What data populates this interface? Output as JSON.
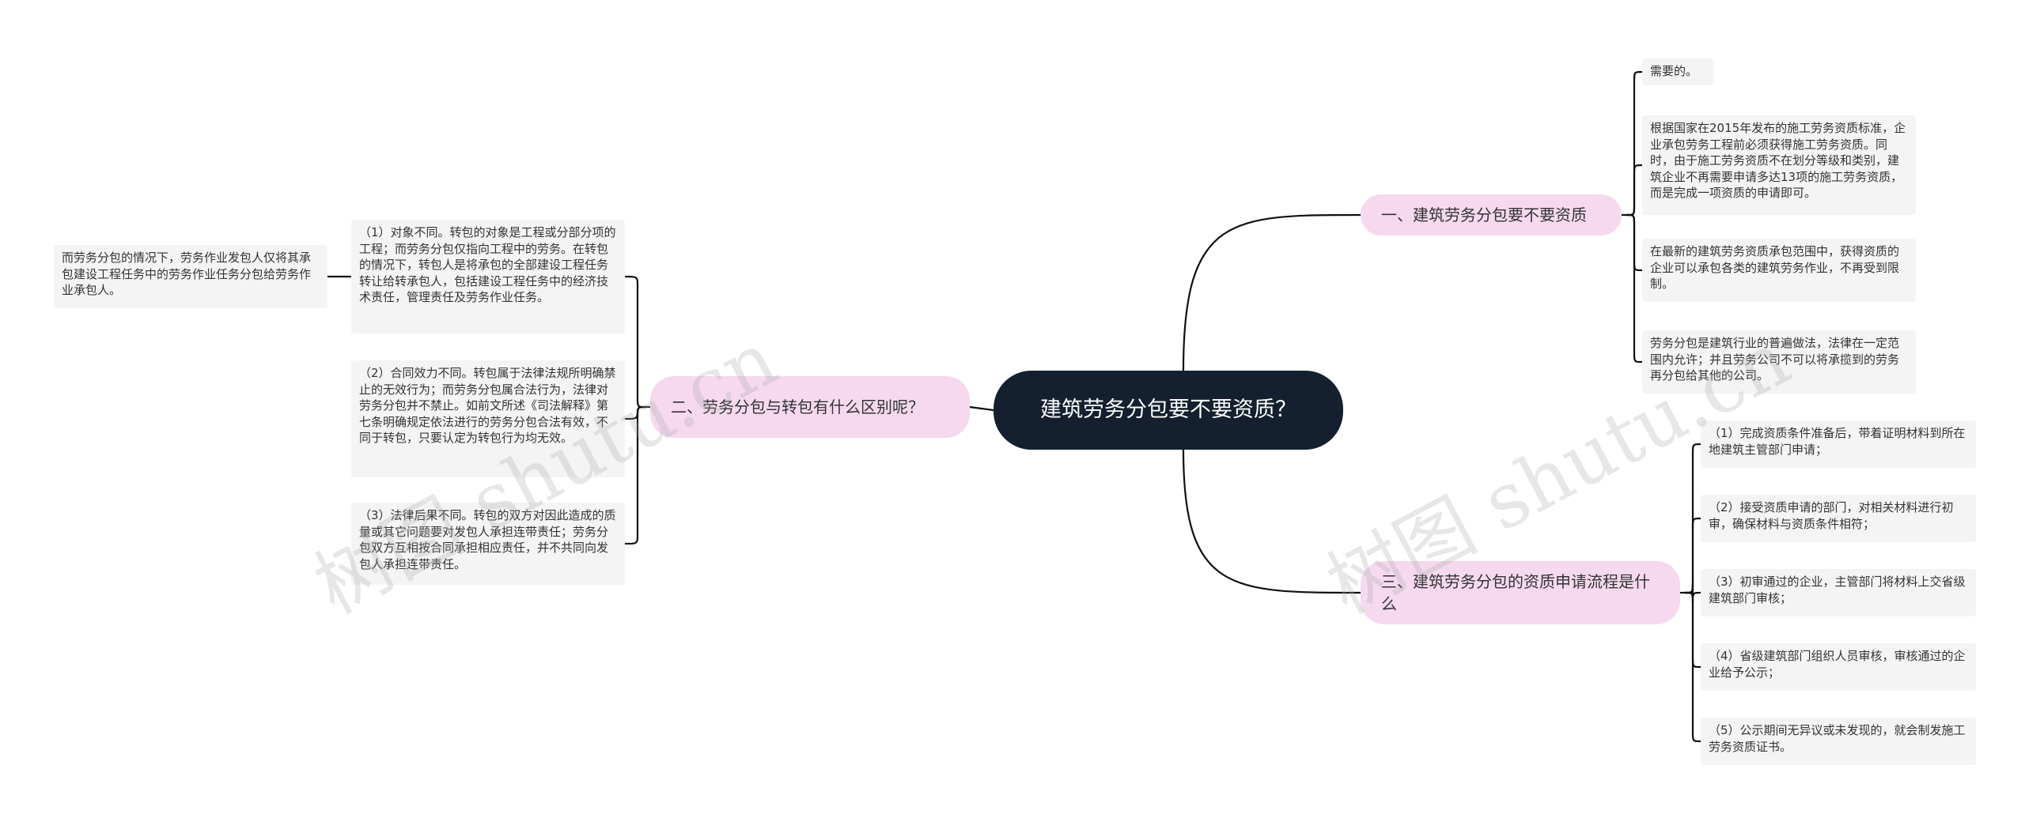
{
  "colors": {
    "root_bg": "#14202f",
    "branch_bg": "#f6d9ee",
    "leaf_bg": "#f4f4f4",
    "line": "#111111"
  },
  "watermark": "树图 shutu.cn",
  "root": {
    "text": "建筑劳务分包要不要资质？"
  },
  "branches": [
    {
      "label": "一、建筑劳务分包要不要资质",
      "leaves": [
        "需要的。",
        "根据国家在2015年发布的施工劳务资质标准，企业承包劳务工程前必须获得施工劳务资质。同时，由于施工劳务资质不在划分等级和类别，建筑企业不再需要申请多达13项的施工劳务资质，而是完成一项资质的申请即可。",
        "在最新的建筑劳务资质承包范围中，获得资质的企业可以承包各类的建筑劳务作业，不再受到限制。",
        "劳务分包是建筑行业的普遍做法，法律在一定范围内允许；并且劳务公司不可以将承揽到的劳务再分包给其他的公司。"
      ]
    },
    {
      "label": "二、劳务分包与转包有什么区别呢？",
      "leaves": [
        "（1）对象不同。转包的对象是工程或分部分项的工程；而劳务分包仅指向工程中的劳务。在转包的情况下，转包人是将承包的全部建设工程任务转让给转承包人，包括建设工程任务中的经济技术责任，管理责任及劳务作业任务。",
        "（2）合同效力不同。转包属于法律法规所明确禁止的无效行为；而劳务分包属合法行为，法律对劳务分包并不禁止。如前文所述《司法解释》第七条明确规定依法进行的劳务分包合法有效，不同于转包，只要认定为转包行为均无效。",
        "（3）法律后果不同。转包的双方对因此造成的质量或其它问题要对发包人承担连带责任；劳务分包双方互相按合同承担相应责任，并不共同向发包人承担连带责任。"
      ],
      "subleaf": "而劳务分包的情况下，劳务作业发包人仅将其承包建设工程任务中的劳务作业任务分包给劳务作业承包人。"
    },
    {
      "label": "三、建筑劳务分包的资质申请流程是什么",
      "leaves": [
        "（1）完成资质条件准备后，带着证明材料到所在地建筑主管部门申请；",
        "（2）接受资质申请的部门，对相关材料进行初审，确保材料与资质条件相符；",
        "（3）初审通过的企业，主管部门将材料上交省级建筑部门审核；",
        "（4）省级建筑部门组织人员审核，审核通过的企业给予公示；",
        "（5）公示期间无异议或未发现的，就会制发施工劳务资质证书。"
      ]
    }
  ]
}
